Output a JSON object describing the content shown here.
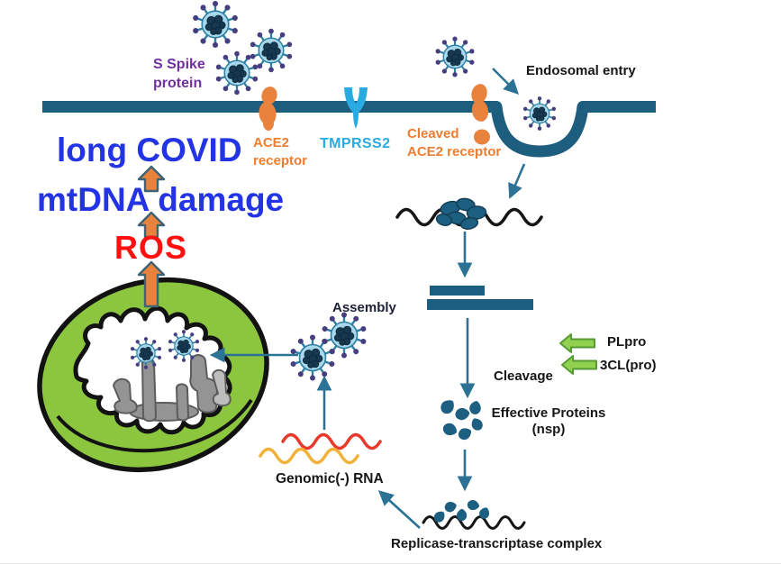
{
  "labels": {
    "s_spike": {
      "line1": "S Spike",
      "line2": "protein"
    },
    "ace2": {
      "line1": "ACE2",
      "line2": "receptor"
    },
    "tmprss2": {
      "text": "TMPRSS2"
    },
    "cleaved_ace2": {
      "line1": "Cleaved",
      "line2": "ACE2 receptor"
    },
    "endosomal_entry": {
      "text": "Endosomal entry"
    },
    "long_covid": {
      "text": "long COVID"
    },
    "mtdna_damage": {
      "text": "mtDNA damage"
    },
    "ros": {
      "text": "ROS"
    },
    "assembly": {
      "text": "Assembly"
    },
    "genomic_rna": {
      "text": "Genomic(-) RNA"
    },
    "plpro": {
      "text": "PLpro"
    },
    "three_cl_pro": {
      "text": "3CL(pro)"
    },
    "cleavage": {
      "text": "Cleavage"
    },
    "effective_proteins": {
      "line1": "Effective Proteins",
      "line2": "(nsp)"
    },
    "replicase_complex": {
      "text": "Replicase-transcriptase complex"
    }
  },
  "colors": {
    "background": "#ffffff",
    "membrane_teal": "#1d5d7e",
    "thin_arrow_teal": "#2c7295",
    "bar_blob_teal": "#1d5f80",
    "orange_shapes": "#e8823c",
    "orange_text": "#ed7d31",
    "cyan_tmprss2": "#29abe2",
    "purple_text": "#7030a0",
    "blue_headline": "#2334e4",
    "red_ros": "#fe1010",
    "green_arrow_fill": "#92d050",
    "green_arrow_stroke": "#559a33",
    "mitochondrion_green": "#8cc63e",
    "virus_body": "#a9d9ec",
    "virus_outline": "#2f7fa3",
    "virus_spike_tip": "#453f80",
    "virus_core": "#17384e",
    "rna_red": "#e8392b",
    "rna_yellow": "#f2b138",
    "rna_black": "#161616"
  }
}
